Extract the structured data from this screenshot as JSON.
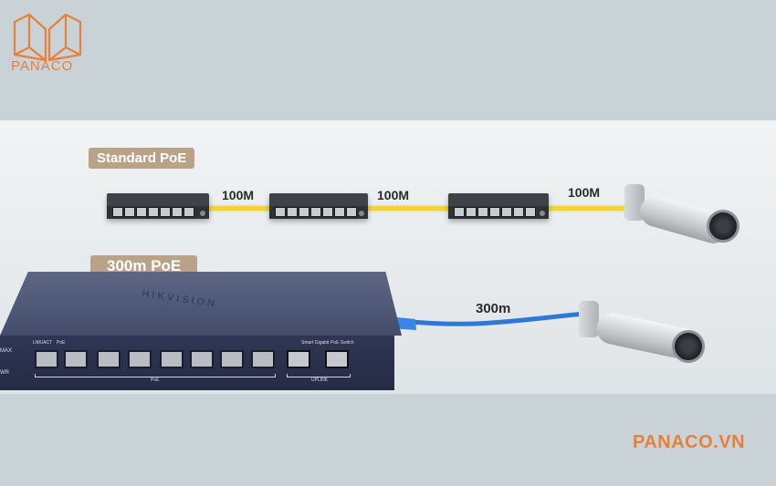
{
  "brand": {
    "logo_text": "PANACO",
    "website": "PANACO.VN"
  },
  "standard": {
    "label": "Standard PoE",
    "speeds": [
      "100M",
      "100M",
      "100M"
    ]
  },
  "extended": {
    "label": "300m PoE",
    "distance": "300m"
  },
  "switch": {
    "brand_emboss": "HIKVISION",
    "lnk_label": "LNK/ACT",
    "poe_label": "PoE",
    "model_label": "Smart Gigabit PoE Switch",
    "poe_bracket_label": "PoE",
    "uplink_label": "UPLINK",
    "side_labels": [
      "MAX",
      "WR"
    ]
  },
  "colors": {
    "accent": "#e8803a",
    "pill": "#b9a287",
    "yellow_cable": "#f1d33c",
    "blue_cable": "#2f78d6",
    "switch_body": "#3f4866"
  }
}
